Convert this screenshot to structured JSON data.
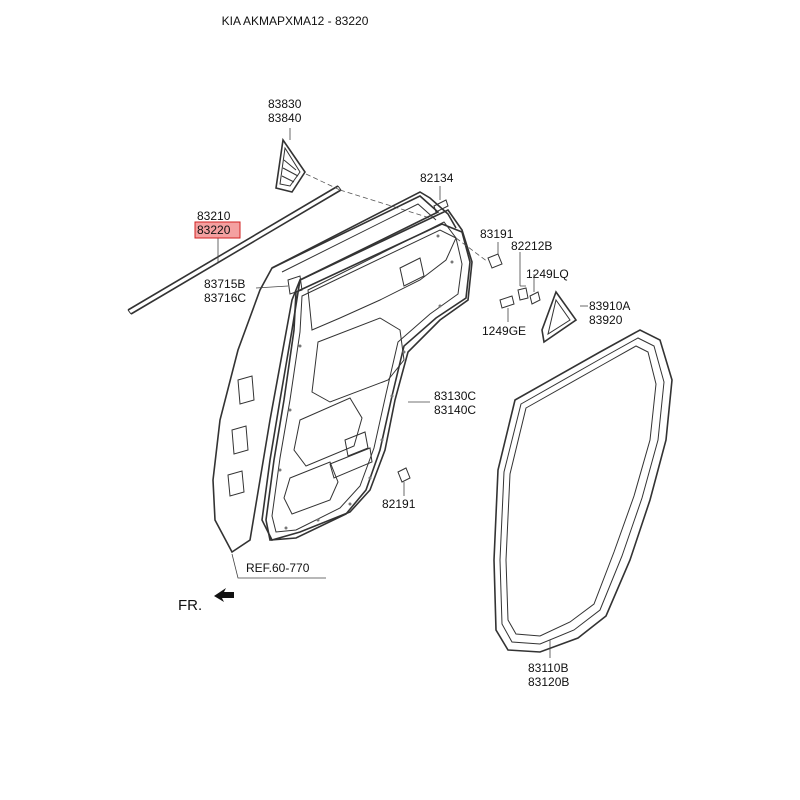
{
  "title": "KIA AKMAPXMA12 - 83220",
  "highlight_color": "#f4a0a0",
  "highlight_border": "#d02020",
  "callouts": {
    "c83830": "83830",
    "c83840": "83840",
    "c82134": "82134",
    "c83210": "83210",
    "c83220": "83220",
    "c83191": "83191",
    "c82212B": "82212B",
    "c1249LQ": "1249LQ",
    "c83715B": "83715B",
    "c83716C": "83716C",
    "c83910A": "83910A",
    "c83920": "83920",
    "c1249GE": "1249GE",
    "c83130C": "83130C",
    "c83140C": "83140C",
    "c82191": "82191",
    "ref": "REF.60-770",
    "fr": "FR.",
    "c83110B": "83110B",
    "c83120B": "83120B"
  }
}
